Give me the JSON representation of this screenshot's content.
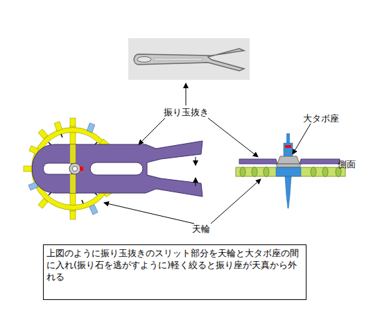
{
  "diagram": {
    "caption": "上図のように振り玉抜きのスリット部分を天輪と大タボ座の間に入れ(振り石を逃がすように)軽く絞ると振り座が天真から外れる",
    "labels": [
      "振り玉抜き",
      "大タボ座",
      "側面",
      "天輪"
    ]
  }
}
